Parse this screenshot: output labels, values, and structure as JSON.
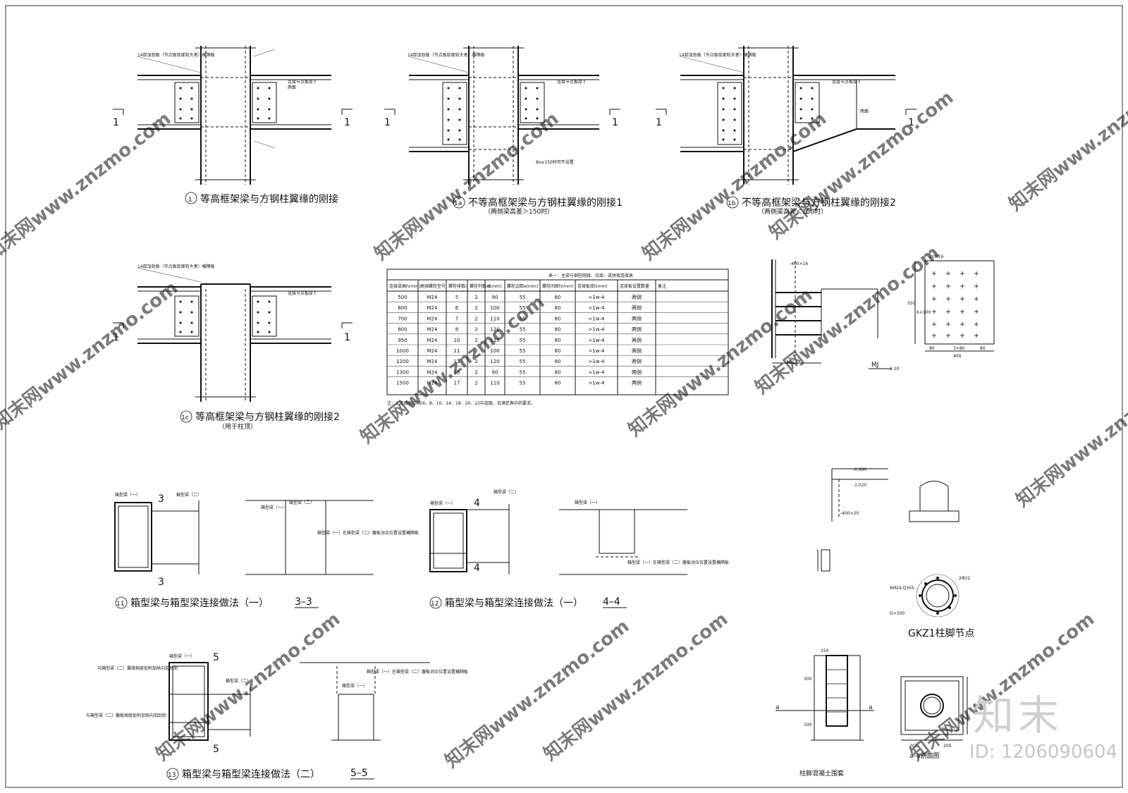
{
  "details": {
    "d1": {
      "num": "1",
      "title": "等高框架梁与方钢柱翼缘的刚接"
    },
    "d1a": {
      "num": "1a",
      "title": "不等高框架梁与方钢柱翼缘的刚接1",
      "subtitle": "（两侧梁高差＞150时）"
    },
    "d1b": {
      "num": "1b",
      "title": "不等高框架梁与方钢柱翼缘的刚接2",
      "subtitle": "（两侧梁高差＜150时）"
    },
    "d1c": {
      "num": "1c",
      "title": "等高框架梁与方钢柱翼缘的刚接2",
      "subtitle": "（用于柱顶）"
    },
    "d11": {
      "num": "11",
      "title": "箱型梁与箱型梁连接做法（一）",
      "section": "3–3"
    },
    "d12": {
      "num": "12",
      "title": "箱型梁与箱型梁连接做法（一）",
      "section": "4–4"
    },
    "d13": {
      "num": "13",
      "title": "箱型梁与箱型梁连接做法（二）",
      "section": "5–5"
    }
  },
  "table": {
    "caption": "表一：主梁与钢柱刚接、铰接、梁拼接连接表",
    "headers": [
      "连接梁高h(mm)",
      "高强螺栓型号",
      "螺栓排数n",
      "螺栓列数m",
      "d(mm)",
      "螺栓边距e(mm)",
      "螺栓间距h(mm)",
      "连接板厚t(mm)",
      "连接板设置数量",
      "备注"
    ],
    "rows": [
      [
        "500",
        "M24",
        "5",
        "2",
        "90",
        "55",
        "80",
        ">1w-4",
        "两侧",
        ""
      ],
      [
        "600",
        "M24",
        "6",
        "2",
        "100",
        "55",
        "80",
        ">1w-4",
        "两侧",
        ""
      ],
      [
        "700",
        "M24",
        "7",
        "2",
        "110",
        "55",
        "80",
        ">1w-4",
        "两侧",
        ""
      ],
      [
        "800",
        "M24",
        "8",
        "2",
        "120",
        "55",
        "80",
        ">1w-4",
        "两侧",
        ""
      ],
      [
        "950",
        "M24",
        "10",
        "2",
        "115",
        "55",
        "80",
        ">1w-4",
        "两侧",
        ""
      ],
      [
        "1000",
        "M24",
        "11",
        "2",
        "100",
        "55",
        "80",
        ">1w-4",
        "两侧",
        ""
      ],
      [
        "1200",
        "M24",
        "13",
        "2",
        "120",
        "55",
        "80",
        ">1w-4",
        "两侧",
        ""
      ],
      [
        "1300",
        "M24",
        "15",
        "2",
        "90",
        "55",
        "80",
        ">1w-4",
        "两侧",
        ""
      ],
      [
        "1500",
        "M24",
        "17",
        "2",
        "110",
        "55",
        "80",
        ">1w-4",
        "两侧",
        ""
      ]
    ],
    "note": "注：1.连接板厚t以6、8、10、14、18、20、22中选取，且满足表中的要求。"
  },
  "mj": {
    "label": "MJ",
    "scale": "1:10",
    "dims": [
      "350",
      "550",
      "400",
      "80",
      "3×80",
      "80",
      "6×100",
      "20M16",
      "-400×16"
    ]
  },
  "base": {
    "title": "GKZ1柱脚节点",
    "labels": [
      "-0.990",
      "-1.020",
      "-400×20",
      "6M24.Q355",
      "D×300",
      "2Φ22"
    ],
    "concrete_title": "柱脚混凝土围套",
    "section_title": "a–a剖面图",
    "cut_mark": "a",
    "dims": [
      "200",
      "200",
      "150",
      "300",
      "100"
    ]
  },
  "annotations": {
    "stiffener_note": "14厚加劲板（节点板厚度较大者）横隔板",
    "connection_plate": "连接节点板厚 t",
    "both_sides": "两面",
    "note_150": "Bs≤150时可不设置",
    "box_beam_1": "箱型梁（一）",
    "box_beam_2": "箱型梁（二）",
    "box_note": "箱型梁（一）在箱型梁（二）腹板对应位置设置横隔板",
    "joint_note_1": "与箱型梁（二）翼缘相接处附加纵向加劲肋",
    "joint_note_2": "与箱型梁（二）腹板相接处附加纵向加劲肋"
  },
  "watermark": {
    "text": "知末网www.znzmo.com",
    "brand": "知末",
    "id": "ID: 1206090604"
  }
}
